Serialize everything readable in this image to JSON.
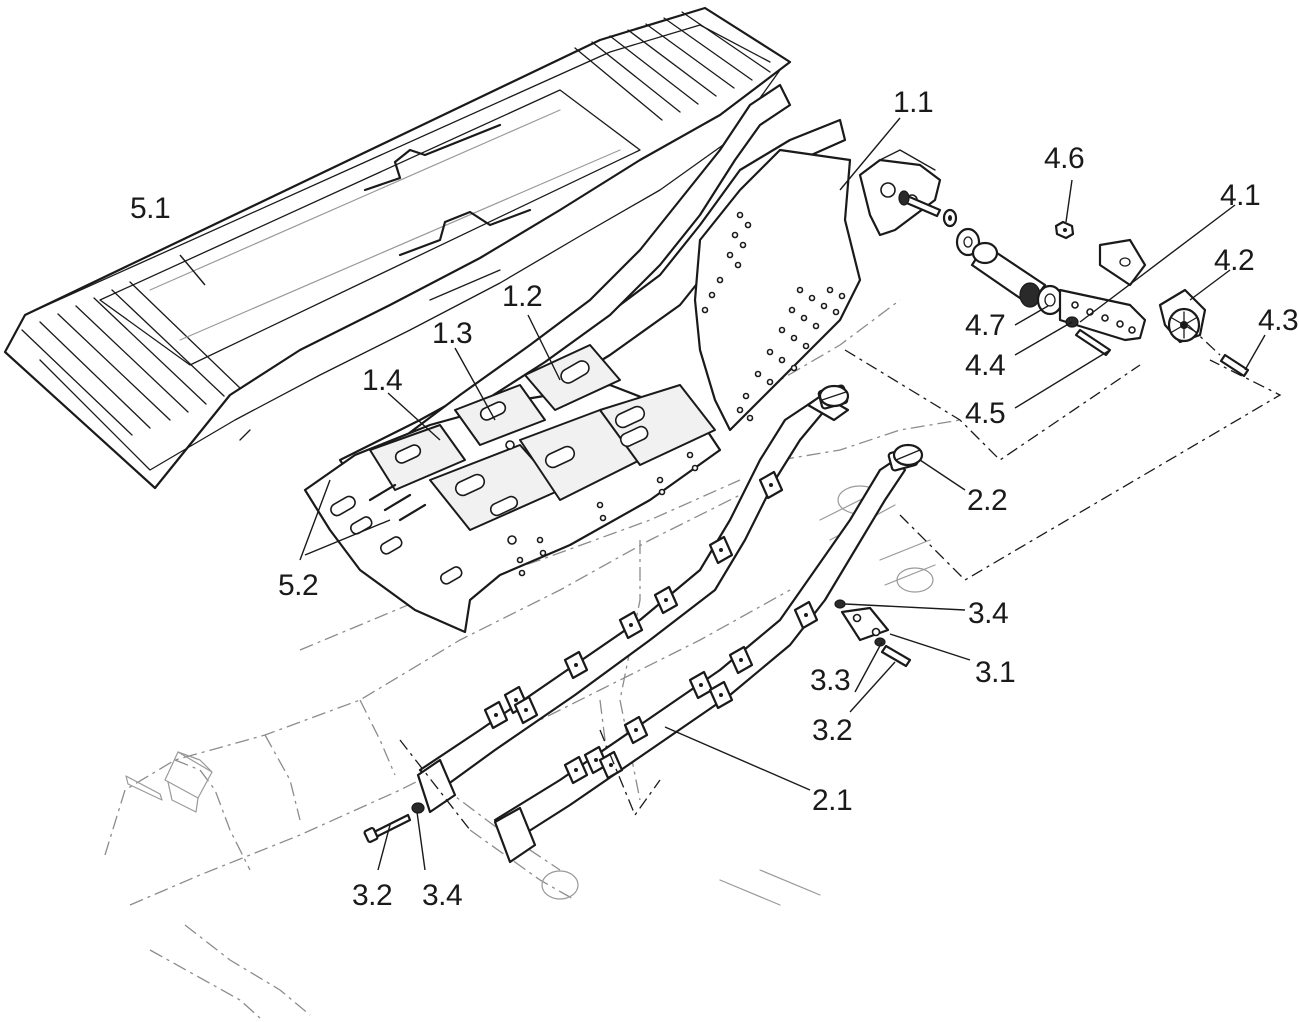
{
  "callouts": {
    "c_1_1": "1.1",
    "c_1_2": "1.2",
    "c_1_3": "1.3",
    "c_1_4": "1.4",
    "c_2_1": "2.1",
    "c_2_2": "2.2",
    "c_3_1": "3.1",
    "c_3_2_a": "3.2",
    "c_3_2_b": "3.2",
    "c_3_3": "3.3",
    "c_3_4_a": "3.4",
    "c_3_4_b": "3.4",
    "c_4_1": "4.1",
    "c_4_2": "4.2",
    "c_4_3": "4.3",
    "c_4_4": "4.4",
    "c_4_5": "4.5",
    "c_4_6": "4.6",
    "c_4_7": "4.7",
    "c_5_1": "5.1",
    "c_5_2": "5.2"
  }
}
